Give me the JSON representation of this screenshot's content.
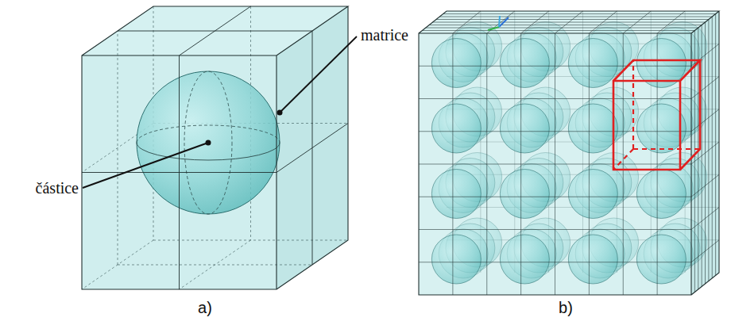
{
  "diagram": {
    "labels": [
      "matrice",
      "částice",
      "a)",
      "b)"
    ]
  }
}
